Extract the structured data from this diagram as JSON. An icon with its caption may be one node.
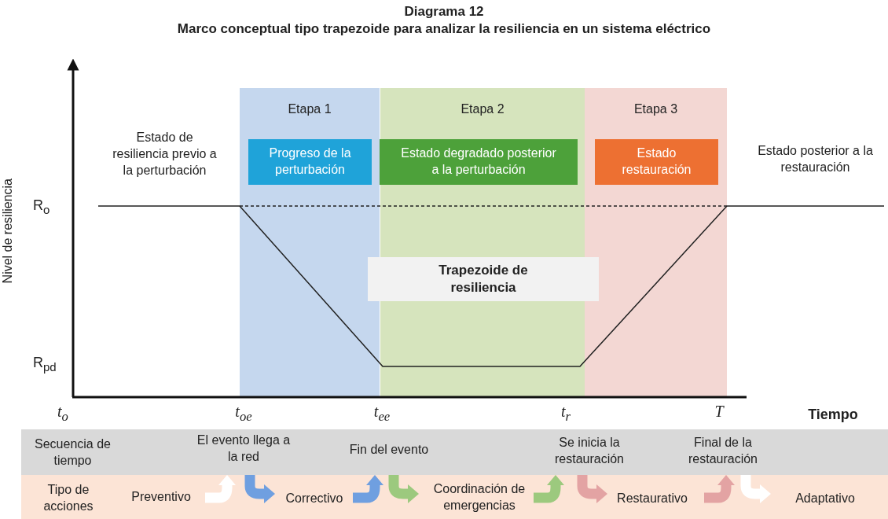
{
  "diagram": {
    "title": "Diagrama 12",
    "caption": "Marco conceptual tipo trapezoide para analizar la resiliencia en un sistema eléctrico",
    "nodes": [
      {
        "text": [
          "Etapa 1"
        ]
      },
      {
        "text": [
          "Progreso de la perturbación"
        ],
        "in": 0
      },
      {
        "text": [
          "Etapa 2"
        ]
      },
      {
        "text": [
          "Estado degradado posterior a la perturbación"
        ],
        "in": 2
      },
      {
        "text": [
          "Trapezoide de resiliencia"
        ]
      },
      {
        "text": [
          "Etapa 3"
        ]
      },
      {
        "text": [
          "Estado restauración"
        ],
        "in": 5
      }
    ],
    "edges": [],
    "labels": [
      "Nivel de resiliencia",
      "Estado de resiliencia previo a la perturbación",
      "Estado posterior a la restauración",
      "R$_{o}$",
      "R$_{pd}$",
      "t$_{o}$",
      "t$_{oe}$",
      "t$_{ee}$",
      "t$_{r}$",
      "T",
      "Tiempo",
      "Secuencia de tiempo",
      "El evento llega a la red",
      "Fin del evento",
      "Se inicia la restauración",
      "Final de la restauración",
      "Tipo de acciones",
      "Preventivo",
      "Correctivo",
      "Coordinación de emergencias",
      "Restaurativo",
      "Adaptativo"
    ]
  }
}
